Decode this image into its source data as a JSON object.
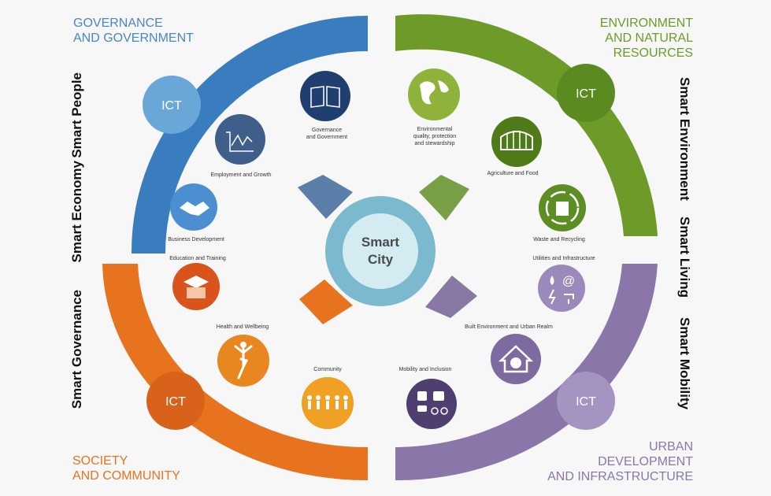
{
  "quadrants": {
    "governance": {
      "title_line1": "GOVERNANCE",
      "title_line2": "AND GOVERNMENT",
      "color": "#3a7dbf"
    },
    "environment": {
      "title_line1": "ENVIRONMENT",
      "title_line2": "AND NATURAL",
      "title_line3": "RESOURCES",
      "color": "#6e9a2a"
    },
    "society": {
      "title_line1": "SOCIETY",
      "title_line2": "AND COMMUNITY",
      "color": "#e8731f"
    },
    "urban": {
      "title_line1": "URBAN",
      "title_line2": "DEVELOPMENT",
      "title_line3": "AND INFRASTRUCTURE",
      "color": "#8a76a8"
    }
  },
  "ict_label": "ICT",
  "center": {
    "line1": "Smart",
    "line2": "City",
    "color": "#7ab9ce"
  },
  "side_labels": {
    "smart_people": "Smart People",
    "smart_economy": "Smart Economy",
    "smart_governance": "Smart Governance",
    "smart_environment": "Smart Environment",
    "smart_living": "Smart Living",
    "smart_mobility": "Smart Mobility"
  },
  "domains": {
    "governance_government": {
      "line1": "Governance",
      "line2": "and Government",
      "icon": "book-icon"
    },
    "employment_growth": {
      "label": "Employment and Growth",
      "icon": "graph-icon"
    },
    "business_development": {
      "label": "Business Development",
      "icon": "handshake-icon"
    },
    "education_training": {
      "label": "Education and Training",
      "icon": "graduation-cap-icon"
    },
    "health_wellbeing": {
      "label": "Health and Wellbeing",
      "icon": "yoga-figure-icon"
    },
    "community": {
      "label": "Community",
      "icon": "people-group-icon"
    },
    "environmental_quality": {
      "line1": "Environmental",
      "line2": "quality, protection",
      "line3": "and stewardship",
      "icon": "globe-icon"
    },
    "agriculture_food": {
      "label": "Agriculture and Food",
      "icon": "greenhouse-icon"
    },
    "waste_recycling": {
      "label": "Waste and Recycling",
      "icon": "recycling-bin-icon"
    },
    "utilities_infrastructure": {
      "label": "Utilities and Infrastructure",
      "icon": "utilities-icon"
    },
    "built_environment": {
      "label": "Built Environment and Urban Realm",
      "icon": "house-globe-icon"
    },
    "mobility_inclusion": {
      "label": "Mobility and Inclusion",
      "icon": "transport-icon"
    }
  }
}
